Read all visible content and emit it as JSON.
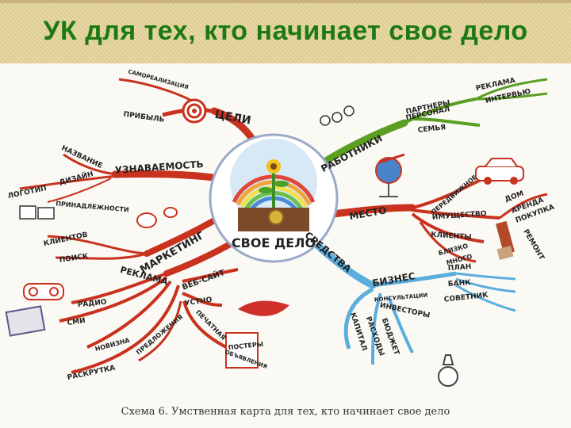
{
  "slide_title": "УК для тех, кто начинает свое дело",
  "caption": "Схема 6. Умственная карта для тех, кто начинает свое дело",
  "center": "СВОЕ ДЕЛО",
  "branches": {
    "goals": {
      "label": "ЦЕЛИ",
      "sub": [
        "ПРИБЫЛЬ",
        "САМОРЕАЛИЗАЦИЯ"
      ],
      "color": "#c8321e"
    },
    "recognition": {
      "label": "УЗНАВАЕМОСТЬ",
      "sub": [
        "НАЗВАНИЕ",
        "ДИЗАЙН",
        "ЛОГОТИП",
        "ПРИНАДЛЕЖНОСТИ"
      ],
      "color": "#c8321e"
    },
    "marketing": {
      "label": "МАРКЕТИНГ",
      "sub": [
        "КЛИЕНТОВ",
        "ПОИСК"
      ],
      "color": "#c8321e"
    },
    "ads": {
      "label": "РЕКЛАМА",
      "sub": [
        "ВЕБ-САЙТ",
        "УСТНО",
        "ПЕЧАТНАЯ",
        "ПОСТЕРЫ",
        "ОБЪЯВЛЕНИЯ",
        "РАДИО",
        "СМИ",
        "НОВИЗНА",
        "ПРЕДЛОЖЕНИЯ",
        "РАСКРУТКА"
      ],
      "color": "#c8321e"
    },
    "workers": {
      "label": "РАБОТНИКИ",
      "sub": [
        "ПАРТНЕРЫ",
        "ПЕРСОНАЛ",
        "СЕМЬЯ",
        "РЕКЛАМА",
        "ИНТЕРВЬЮ"
      ],
      "color": "#5a9e22"
    },
    "place": {
      "label": "МЕСТО",
      "sub": [
        "ПЕРЕДВИЖНОЕ",
        "ИМУЩЕСТВО",
        "КЛИЕНТЫ",
        "БЛИЗКО",
        "МНОГО",
        "ДОМ",
        "АРЕНДА",
        "ПОКУПКА",
        "РЕМОНТ"
      ],
      "color": "#c8321e"
    },
    "means": {
      "label": "СРЕДСТВА",
      "color": "#5aaede"
    },
    "business": {
      "label": "БИЗНЕС",
      "sub": [
        "ПЛАН",
        "БАНК",
        "СОВЕТНИК",
        "КОНСУЛЬТАЦИИ",
        "ИНВЕСТОРЫ",
        "БЮДЖЕТ",
        "РАСХОДЫ",
        "КАПИТАЛ"
      ],
      "color": "#5aaede"
    }
  }
}
